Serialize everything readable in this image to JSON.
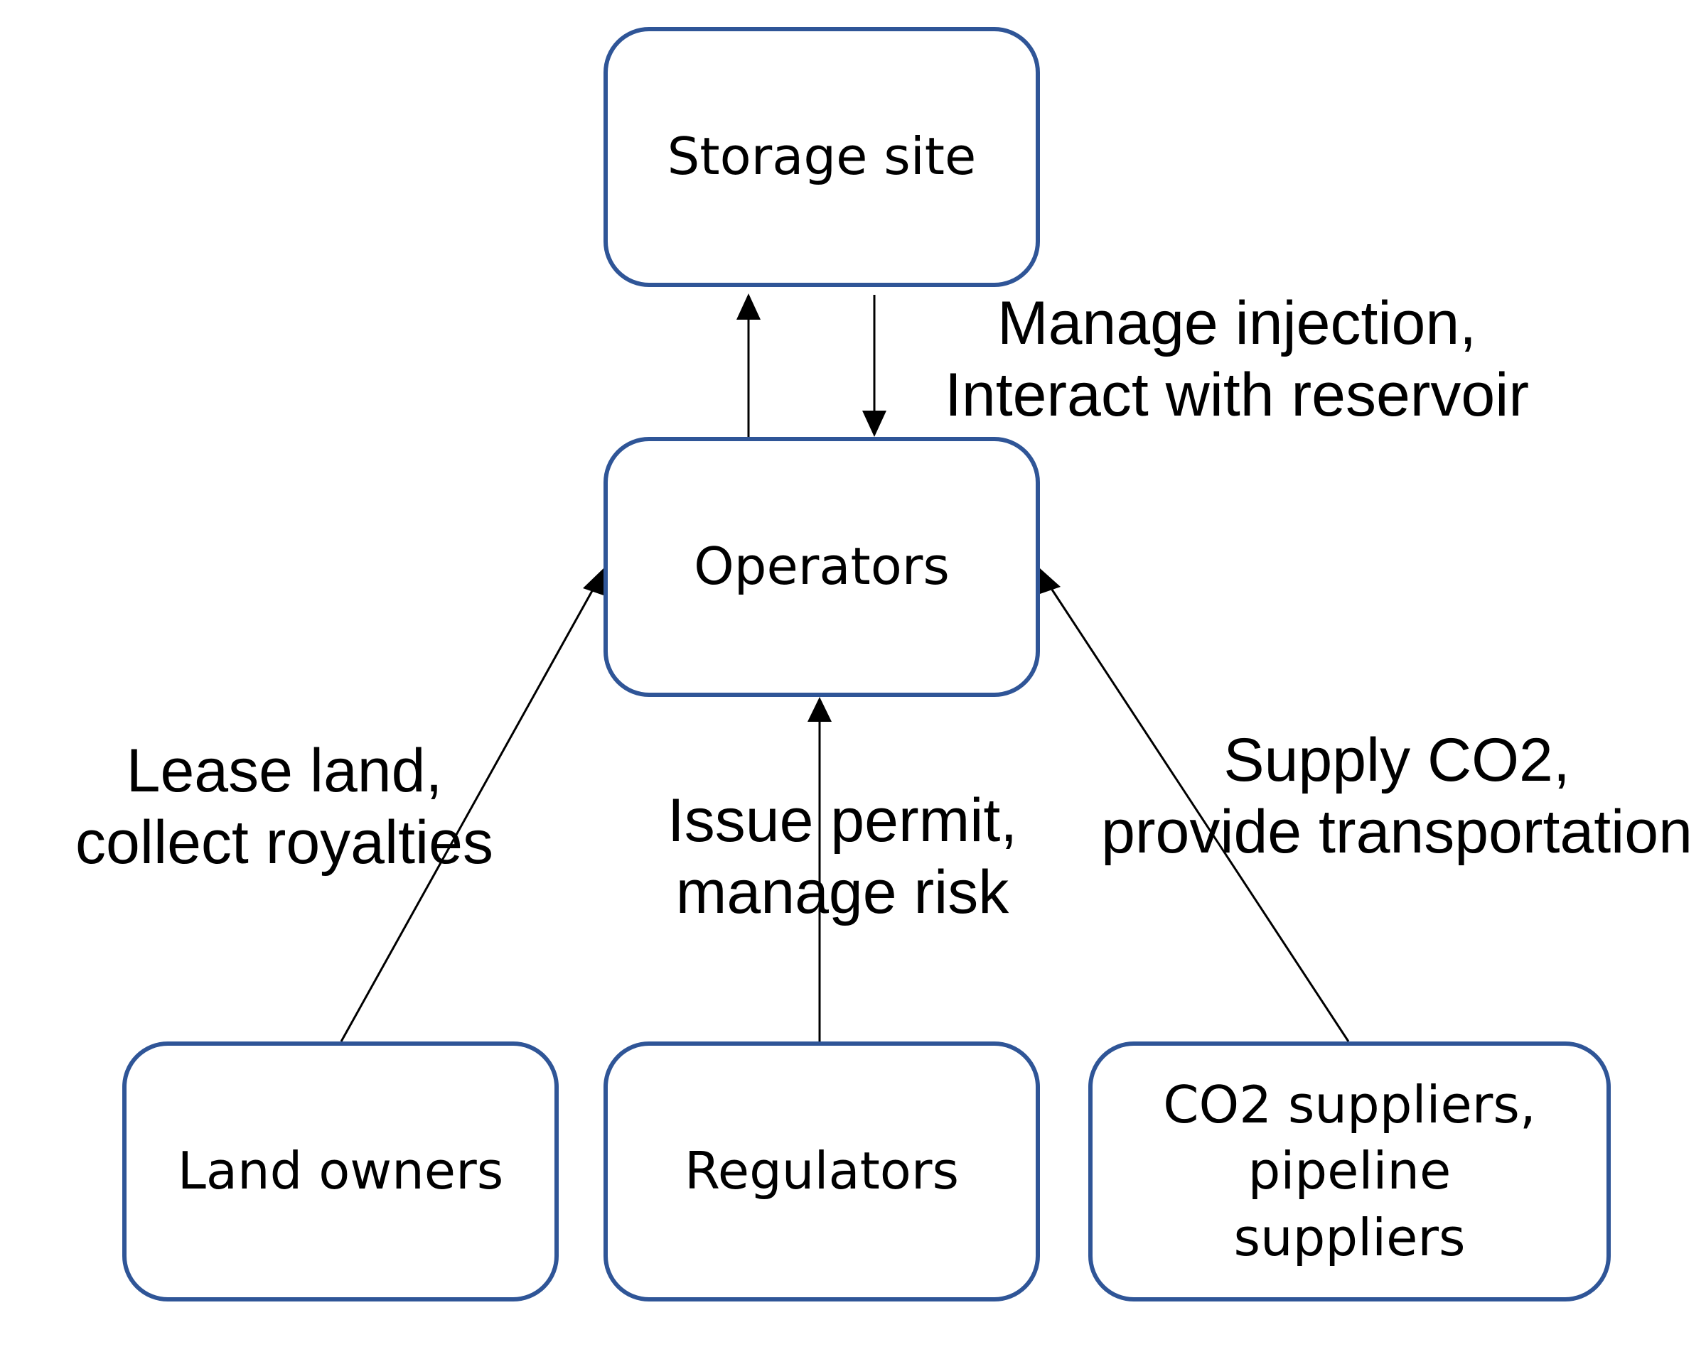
{
  "colors": {
    "box_border": "#2f5597",
    "arrow": "#000000",
    "text": "#000000",
    "background": "#ffffff"
  },
  "nodes": {
    "storage_site": {
      "lines": [
        "Storage site"
      ]
    },
    "operators": {
      "lines": [
        "Operators"
      ]
    },
    "land_owners": {
      "lines": [
        "Land owners"
      ]
    },
    "regulators": {
      "lines": [
        "Regulators"
      ]
    },
    "co2_suppliers": {
      "lines": [
        "CO2 suppliers,",
        "pipeline",
        "suppliers"
      ]
    }
  },
  "edges": {
    "manage_injection": {
      "lines": [
        "Manage injection,",
        "Interact with reservoir"
      ]
    },
    "lease_land": {
      "lines": [
        "Lease land,",
        "collect royalties"
      ]
    },
    "issue_permit": {
      "lines": [
        "Issue permit,",
        "manage risk"
      ]
    },
    "supply_co2": {
      "lines": [
        "Supply CO2,",
        "provide transportation"
      ]
    }
  }
}
